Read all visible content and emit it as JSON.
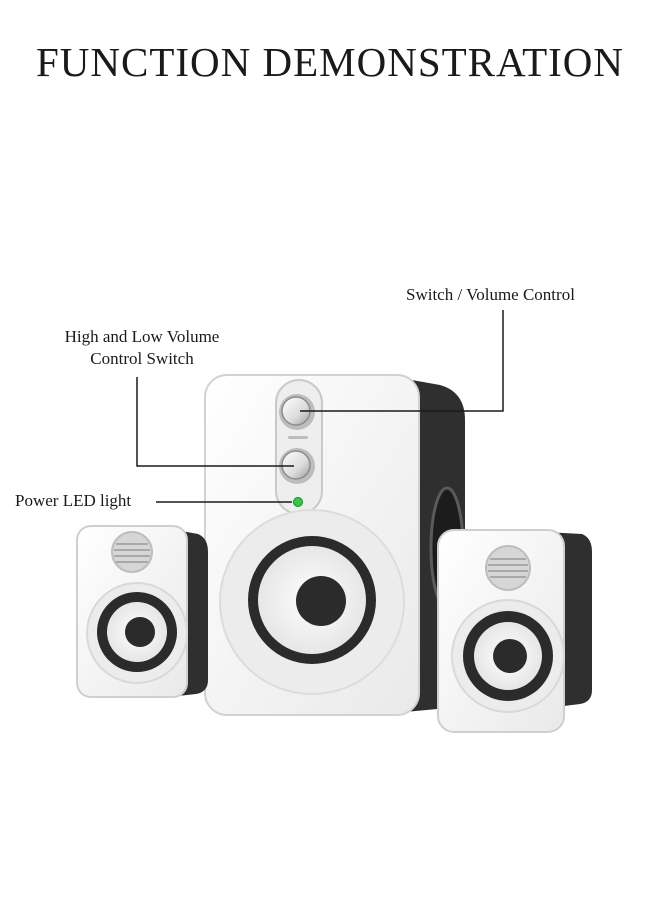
{
  "title": "FUNCTION DEMONSTRATION",
  "callouts": {
    "switch_volume": "Switch / Volume Control",
    "high_low_line1": "High and Low Volume",
    "high_low_line2": "Control Switch",
    "power_led": "Power LED light"
  },
  "colors": {
    "speaker_white": "#f4f4f4",
    "speaker_dark": "#2e2e2e",
    "led_green": "#2ecc40",
    "leader_line": "#1a1a1a"
  }
}
